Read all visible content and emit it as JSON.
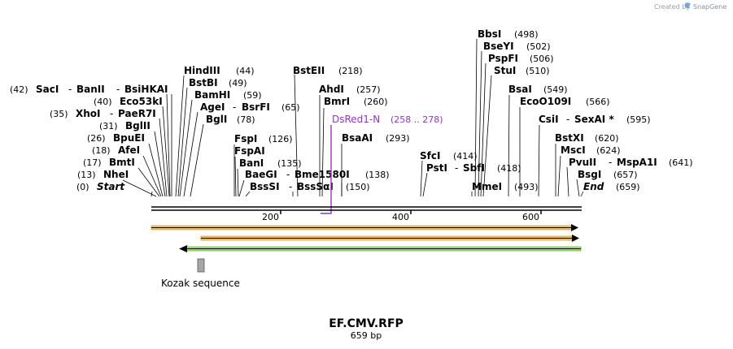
{
  "credit": {
    "prefix": "Created by",
    "brand": "SnapGene"
  },
  "map": {
    "title": "EF.CMV.RFP",
    "length": "659 bp",
    "ticks": [
      "200",
      "400",
      "600"
    ]
  },
  "primer": {
    "name": "DsRed1-N",
    "range": "(258 .. 278)"
  },
  "features": {
    "kozak": "Kozak sequence"
  },
  "sites": [
    {
      "name": "SacI",
      "pos": "(42)",
      "posLeft": true
    },
    {
      "name": "BanII"
    },
    {
      "name": "BsiHKAI"
    },
    {
      "name": "Eco53kI",
      "pos": "(40)",
      "posLeft": true
    },
    {
      "name": "XhoI",
      "pos": "(35)",
      "posLeft": true
    },
    {
      "name": "PaeR7I"
    },
    {
      "name": "BglII",
      "pos": "(31)",
      "posLeft": true
    },
    {
      "name": "BpuEI",
      "pos": "(26)",
      "posLeft": true
    },
    {
      "name": "AfeI",
      "pos": "(18)",
      "posLeft": true
    },
    {
      "name": "BmtI",
      "pos": "(17)",
      "posLeft": true
    },
    {
      "name": "NheI",
      "pos": "(13)",
      "posLeft": true
    },
    {
      "name": "Start",
      "pos": "(0)",
      "posLeft": true,
      "italic": true
    },
    {
      "name": "HindIII",
      "pos": "(44)"
    },
    {
      "name": "BstBI",
      "pos": "(49)"
    },
    {
      "name": "BamHI",
      "pos": "(59)"
    },
    {
      "name": "AgeI"
    },
    {
      "name": "BsrFI",
      "pos": "(65)"
    },
    {
      "name": "BglI",
      "pos": "(78)"
    },
    {
      "name": "FspI",
      "pos": "(126)"
    },
    {
      "name": "FspAI"
    },
    {
      "name": "BanI",
      "pos": "(135)"
    },
    {
      "name": "BaeGI"
    },
    {
      "name": "Bme1580I",
      "pos": "(138)"
    },
    {
      "name": "BssSI"
    },
    {
      "name": "BssSαI",
      "pos": "(150)"
    },
    {
      "name": "BstEII",
      "pos": "(218)"
    },
    {
      "name": "AhdI",
      "pos": "(257)"
    },
    {
      "name": "BmrI",
      "pos": "(260)"
    },
    {
      "name": "BsaAI",
      "pos": "(293)"
    },
    {
      "name": "SfcI",
      "pos": "(414)"
    },
    {
      "name": "PstI"
    },
    {
      "name": "SbfI",
      "pos": "(418)"
    },
    {
      "name": "MmeI",
      "pos": "(493)"
    },
    {
      "name": "BbsI",
      "pos": "(498)"
    },
    {
      "name": "BseYI",
      "pos": "(502)"
    },
    {
      "name": "PspFI",
      "pos": "(506)"
    },
    {
      "name": "StuI",
      "pos": "(510)"
    },
    {
      "name": "BsaI",
      "pos": "(549)"
    },
    {
      "name": "EcoO109I",
      "pos": "(566)"
    },
    {
      "name": "CsiI"
    },
    {
      "name": "SexAI *",
      "pos": "(595)"
    },
    {
      "name": "BstXI",
      "pos": "(620)"
    },
    {
      "name": "MscI",
      "pos": "(624)"
    },
    {
      "name": "PvuII"
    },
    {
      "name": "MspA1I",
      "pos": "(641)"
    },
    {
      "name": "BsgI",
      "pos": "(657)"
    },
    {
      "name": "End",
      "pos": "(659)",
      "italic": true
    }
  ],
  "colors": {
    "backbone": "#000000",
    "orange_feature": "#f4c468",
    "green_feature": "#a6de7c",
    "primer": "#9932cc",
    "kozak_box": "#a6a6a6"
  }
}
